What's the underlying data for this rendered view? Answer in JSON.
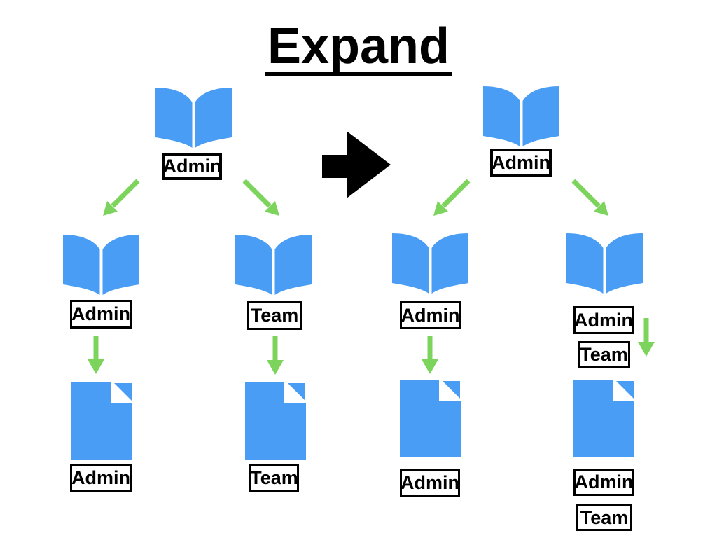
{
  "title": "Expand",
  "colors": {
    "blue": "#4a9df4",
    "green": "#7cd45c",
    "black": "#000000"
  },
  "transform": {
    "icon": "arrow-right-icon"
  },
  "before": {
    "root": {
      "icon": "open-book-icon",
      "label": "Admin"
    },
    "children": [
      {
        "icon": "open-book-icon",
        "book_label": "Admin",
        "doc_icon": "document-icon",
        "doc_label": "Admin"
      },
      {
        "icon": "open-book-icon",
        "book_label": "Team",
        "doc_icon": "document-icon",
        "doc_label": "Team"
      }
    ]
  },
  "after": {
    "root": {
      "icon": "open-book-icon",
      "label": "Admin"
    },
    "children": [
      {
        "icon": "open-book-icon",
        "book_labels": [
          "Admin"
        ],
        "doc_icon": "document-icon",
        "doc_labels": [
          "Admin"
        ]
      },
      {
        "icon": "open-book-icon",
        "book_labels": [
          "Admin",
          "Team"
        ],
        "doc_icon": "document-icon",
        "doc_labels": [
          "Admin",
          "Team"
        ]
      }
    ]
  }
}
